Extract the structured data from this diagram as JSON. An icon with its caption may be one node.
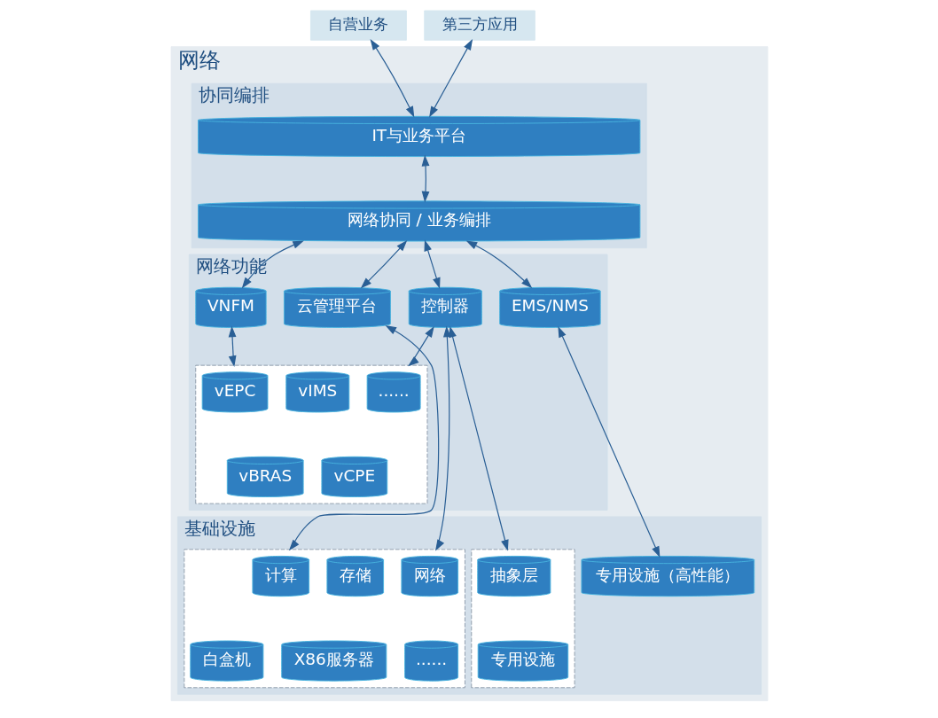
{
  "diagram": {
    "nodes": [
      {
        "text": [
          "自营业务"
        ]
      },
      {
        "text": [
          "第三方应用"
        ]
      },
      {
        "text": [
          "网络"
        ]
      },
      {
        "text": [
          "协同编排"
        ],
        "in": 2
      },
      {
        "text": [
          "IT与业务平台"
        ],
        "in": 3
      },
      {
        "text": [
          "网络协同 / 业务编排"
        ],
        "in": 3
      },
      {
        "text": [
          "网络功能"
        ],
        "in": 2
      },
      {
        "text": [
          "云管理平台"
        ],
        "in": 6
      },
      {
        "text": [
          "VNFM"
        ],
        "in": 6
      },
      {
        "text": [
          "控制器"
        ],
        "in": 6
      },
      {
        "text": [
          "EMS/NMS"
        ],
        "in": 6
      },
      {
        "text": [],
        "shape": "box",
        "in": 6
      },
      {
        "text": [
          "vIMS"
        ],
        "in": 11
      },
      {
        "text": [
          "vEPC"
        ],
        "in": 11
      },
      {
        "text": [
          "......"
        ],
        "in": 11
      },
      {
        "text": [
          "vBRAS"
        ],
        "in": 11
      },
      {
        "text": [
          "vCPE"
        ],
        "in": 11
      },
      {
        "text": [
          "基础设施"
        ],
        "in": 2
      },
      {
        "text": [],
        "shape": "box",
        "in": 17
      },
      {
        "text": [
          "计算"
        ],
        "in": 18
      },
      {
        "text": [
          "存储"
        ],
        "in": 18
      },
      {
        "text": [
          "网络"
        ],
        "in": 18
      },
      {
        "text": [
          "白盒机"
        ],
        "in": 18
      },
      {
        "text": [
          "X86服务器"
        ],
        "in": 18
      },
      {
        "text": [
          "......"
        ],
        "in": 18
      },
      {
        "text": [],
        "shape": "box",
        "in": 17
      },
      {
        "text": [
          "抽象层"
        ],
        "in": 25
      },
      {
        "text": [
          "专用设施"
        ],
        "in": 25
      },
      {
        "text": [
          "专用设施（高性能）"
        ],
        "in": 17
      }
    ],
    "edges": [
      {
        "from": 0,
        "to": 4,
        "arrow": "both"
      },
      {
        "from": 1,
        "to": 4,
        "arrow": "both"
      },
      {
        "from": 4,
        "to": 5,
        "arrow": "both"
      },
      {
        "from": 5,
        "to": 7,
        "arrow": "both"
      },
      {
        "from": 5,
        "to": 8,
        "arrow": "both"
      },
      {
        "from": 5,
        "to": 9,
        "arrow": "both"
      },
      {
        "from": 5,
        "to": 10,
        "arrow": "both"
      },
      {
        "from": 8,
        "to": 11,
        "arrow": "both"
      },
      {
        "from": 9,
        "to": 11,
        "arrow": "both"
      },
      {
        "from": 7,
        "to": 18,
        "arrow": "both"
      },
      {
        "from": 9,
        "to": 18,
        "arrow": "both"
      },
      {
        "from": 9,
        "to": 25,
        "arrow": "both"
      },
      {
        "from": 10,
        "to": 28,
        "arrow": "both"
      }
    ]
  }
}
